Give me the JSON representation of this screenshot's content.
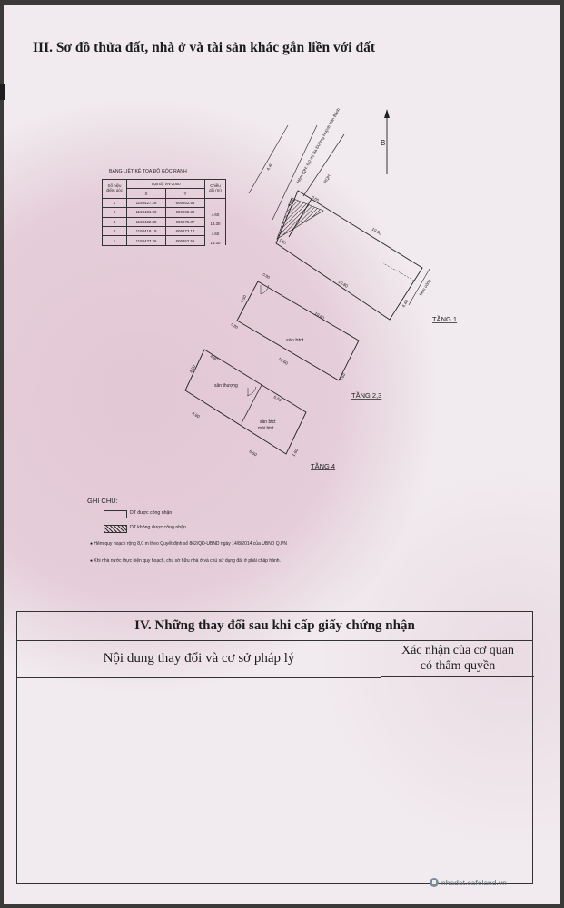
{
  "section3": {
    "title": "III. Sơ đồ thửa đất, nhà ở và tài sản khác gắn liền với đất"
  },
  "coord_table": {
    "caption": "BẢNG LIỆT KÊ TỌA ĐỘ GÓC RANH",
    "header_col1": "Số hiệu điểm góc",
    "header_group": "Tọa độ VN-2000",
    "header_x": "X",
    "header_y": "Y",
    "header_len": "Chiều dài (m)",
    "rows": [
      {
        "id": "1",
        "x": "1193427.26",
        "y": "606262.56"
      },
      {
        "id": "2",
        "x": "1193431.00",
        "y": "606265.32"
      },
      {
        "id": "3",
        "x": "1193422.85",
        "y": "606275.87"
      },
      {
        "id": "4",
        "x": "1193419.19",
        "y": "606273.14"
      },
      {
        "id": "1",
        "x": "1193427.26",
        "y": "606262.56"
      }
    ],
    "lengths": [
      "4.60",
      "13.30",
      "4.60",
      "13.30"
    ]
  },
  "diagram": {
    "north": "B",
    "street_name": "Hẻm (QH: 8,0 m) Ba Đường Huỳnh Văn Bánh",
    "hem_cong": "hẻm công",
    "ranh": "RQH",
    "dims": {
      "d440": "4.40",
      "d460": "4.60",
      "d060": "0.60",
      "d165": "1.65",
      "d1080": "10.80",
      "d1060": "10.60",
      "d490": "4.90",
      "d450": "4.50",
      "d650": "6.50",
      "d160": "1.60",
      "d080": "0.80"
    },
    "floor1": "TẦNG 1",
    "floor23": "TẦNG 2,3",
    "floor4": "TẦNG 4",
    "san_btct": "sàn btct",
    "san_thuong": "sân thượng",
    "mai_btct_1": "sàn btct",
    "mai_btct_2": "mái btct"
  },
  "notes": {
    "heading": "GHI CHÚ:",
    "legend_recognized": "DT được công nhận",
    "legend_not_recognized": "DT không được công nhận",
    "note1": "Hẻm quy hoạch rộng 8,0 m theo Quyết định số 862/QĐ-UBND ngày 14/8/2014 của UBND Q.PN",
    "note2": "Khi nhà nước thực hiện quy hoạch, chủ sở hữu nhà ở và chủ sử dụng đất ở phải chấp hành."
  },
  "section4": {
    "title": "IV. Những thay đổi sau khi cấp giấy chứng nhận",
    "col_left": "Nội dung thay đổi và cơ sở pháp lý",
    "col_right_line1": "Xác nhận của cơ quan",
    "col_right_line2": "có thẩm quyền"
  },
  "watermark": "nhadat.cafeland.vn",
  "colors": {
    "paper": "#f1ebef",
    "pattern": "#d6aabe",
    "ink": "#1d1d1d"
  }
}
